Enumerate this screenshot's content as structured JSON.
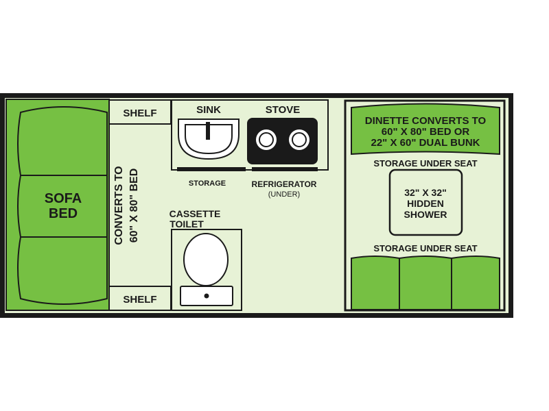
{
  "colors": {
    "wall": "#1a1a1a",
    "floor": "#e7f2d6",
    "cushion": "#76c043",
    "cushion_outline": "#1a1a1a",
    "fixture": "#ffffff",
    "stove": "#1a1a1a"
  },
  "sofa": {
    "label_line1": "SOFA",
    "label_line2": "BED"
  },
  "converts": {
    "line1": "CONVERTS TO",
    "line2": "60\" X 80\" BED"
  },
  "shelves": {
    "top": "SHELF",
    "bottom": "SHELF"
  },
  "galley": {
    "sink_label": "SINK",
    "stove_label": "STOVE",
    "storage_label": "STORAGE",
    "fridge_label": "REFRIGERATOR",
    "fridge_note": "(UNDER)"
  },
  "toilet": {
    "line1": "CASSETTE",
    "line2": "TOILET"
  },
  "dinette": {
    "line1": "DINETTE CONVERTS TO",
    "line2": "60\" X 80\" BED OR",
    "line3": "22\" X 60\" DUAL BUNK",
    "storage_top": "STORAGE UNDER SEAT",
    "storage_bottom": "STORAGE UNDER SEAT"
  },
  "shower": {
    "line1": "32\" X 32\"",
    "line2": "HIDDEN",
    "line3": "SHOWER"
  }
}
